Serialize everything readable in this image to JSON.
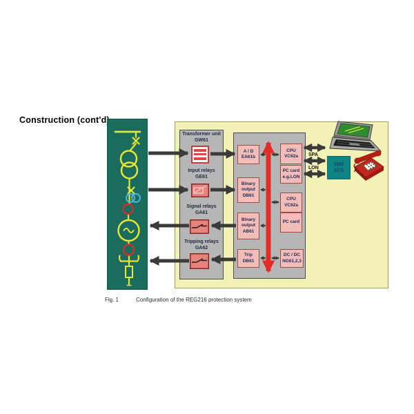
{
  "header": {
    "title": "Construction (cont'd)"
  },
  "io_rack": {
    "groups": [
      {
        "label": "Transformer unit",
        "code": "GW61"
      },
      {
        "label": "Input relays",
        "code": "GE61"
      },
      {
        "label": "Signal relays",
        "code": "GA61"
      },
      {
        "label": "Tripping relays",
        "code": "GA62"
      }
    ]
  },
  "rack_cards": {
    "ad": [
      "A / D",
      "EA61b"
    ],
    "bin_out_db61": [
      "Binary",
      "output",
      "DB61"
    ],
    "bin_out_ab61": [
      "Binary",
      "output",
      "AB61"
    ],
    "trip": [
      "Trip",
      "DB61"
    ],
    "cpu1": [
      "CPU",
      "VC62a"
    ],
    "pc_card_lon": [
      "PC card",
      "e.g.LON"
    ],
    "cpu2": [
      "CPU",
      "VC62a"
    ],
    "pc_card": [
      "PC card"
    ],
    "dcdc": [
      "DC / DC",
      "NG61,2,3"
    ]
  },
  "comm": {
    "spa": "SPA",
    "lon": "LON",
    "sms": [
      "SMS",
      "SCS"
    ]
  },
  "caption": {
    "fig": "Fig. 1",
    "text": "Configuration of the REG216 protection system"
  },
  "colors": {
    "panel_teal": "#1A6C5C",
    "background_yellow": "#F2F2B6",
    "rack_gray": "#B6B6B6",
    "card_pink": "#F2BCB8",
    "card_border": "#9E4A42",
    "icon_red": "#E8837B",
    "bus_red": "#E62B26",
    "arrow_dark": "#3A3A3A",
    "sms_teal": "#0D8585",
    "symbol_yellow": "#E8E535",
    "ct_blue": "#4FB3D9"
  }
}
